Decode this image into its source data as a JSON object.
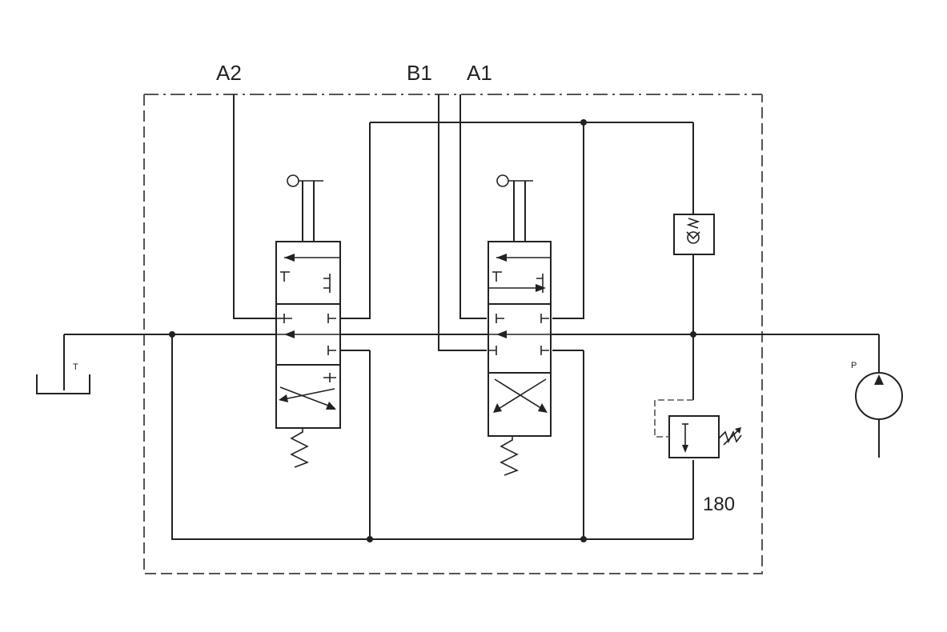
{
  "ports": {
    "a2": "A2",
    "b1": "B1",
    "a1": "A1",
    "tank": "T",
    "pump": "P"
  },
  "relief_valve": {
    "setting": "180"
  },
  "colors": {
    "line": "#222222",
    "boundary": "#555555",
    "background": "#ffffff"
  }
}
